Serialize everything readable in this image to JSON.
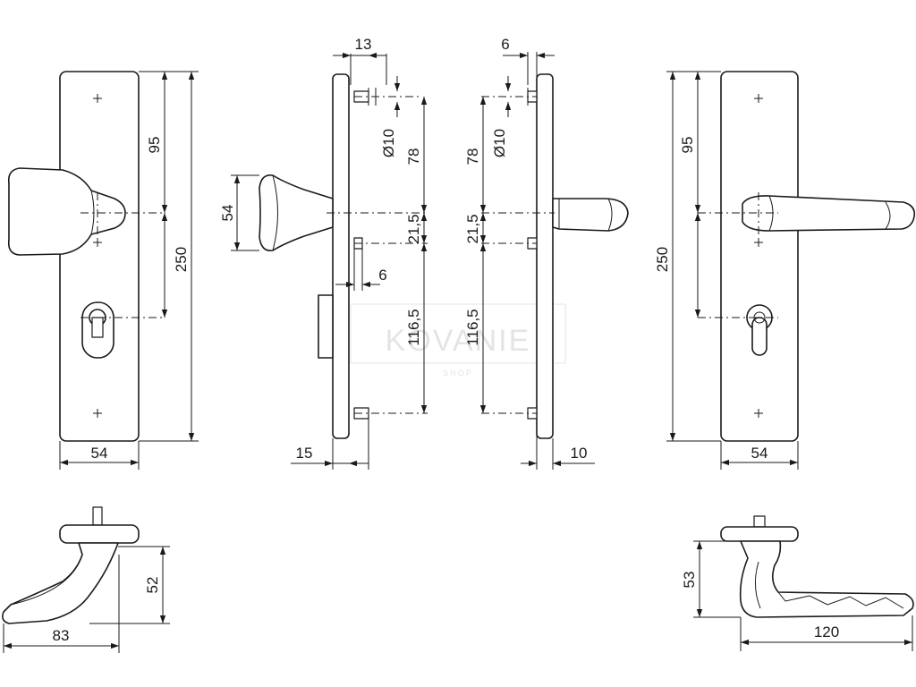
{
  "watermark": {
    "brand": "KOVANIE",
    "sub": "SHOP"
  },
  "dimensions": {
    "front_left": {
      "width": "54",
      "upper_offset": "95",
      "total_length": "250"
    },
    "side_left": {
      "top_offset": "13",
      "hole_diameter": "Ø10",
      "upper_spacing": "78",
      "knob_height": "54",
      "center_offset": "21,5",
      "pin_offset": "6",
      "lower_spacing": "116,5",
      "depth": "15"
    },
    "side_right": {
      "top_offset": "6",
      "hole_diameter": "Ø10",
      "upper_spacing": "78",
      "center_offset": "21,5",
      "lower_spacing": "116,5",
      "depth": "10"
    },
    "front_right": {
      "upper_offset": "95",
      "total_length": "250",
      "width": "54"
    },
    "bottom_left": {
      "height": "52",
      "projection": "83"
    },
    "bottom_right": {
      "height": "53",
      "projection": "120"
    }
  }
}
